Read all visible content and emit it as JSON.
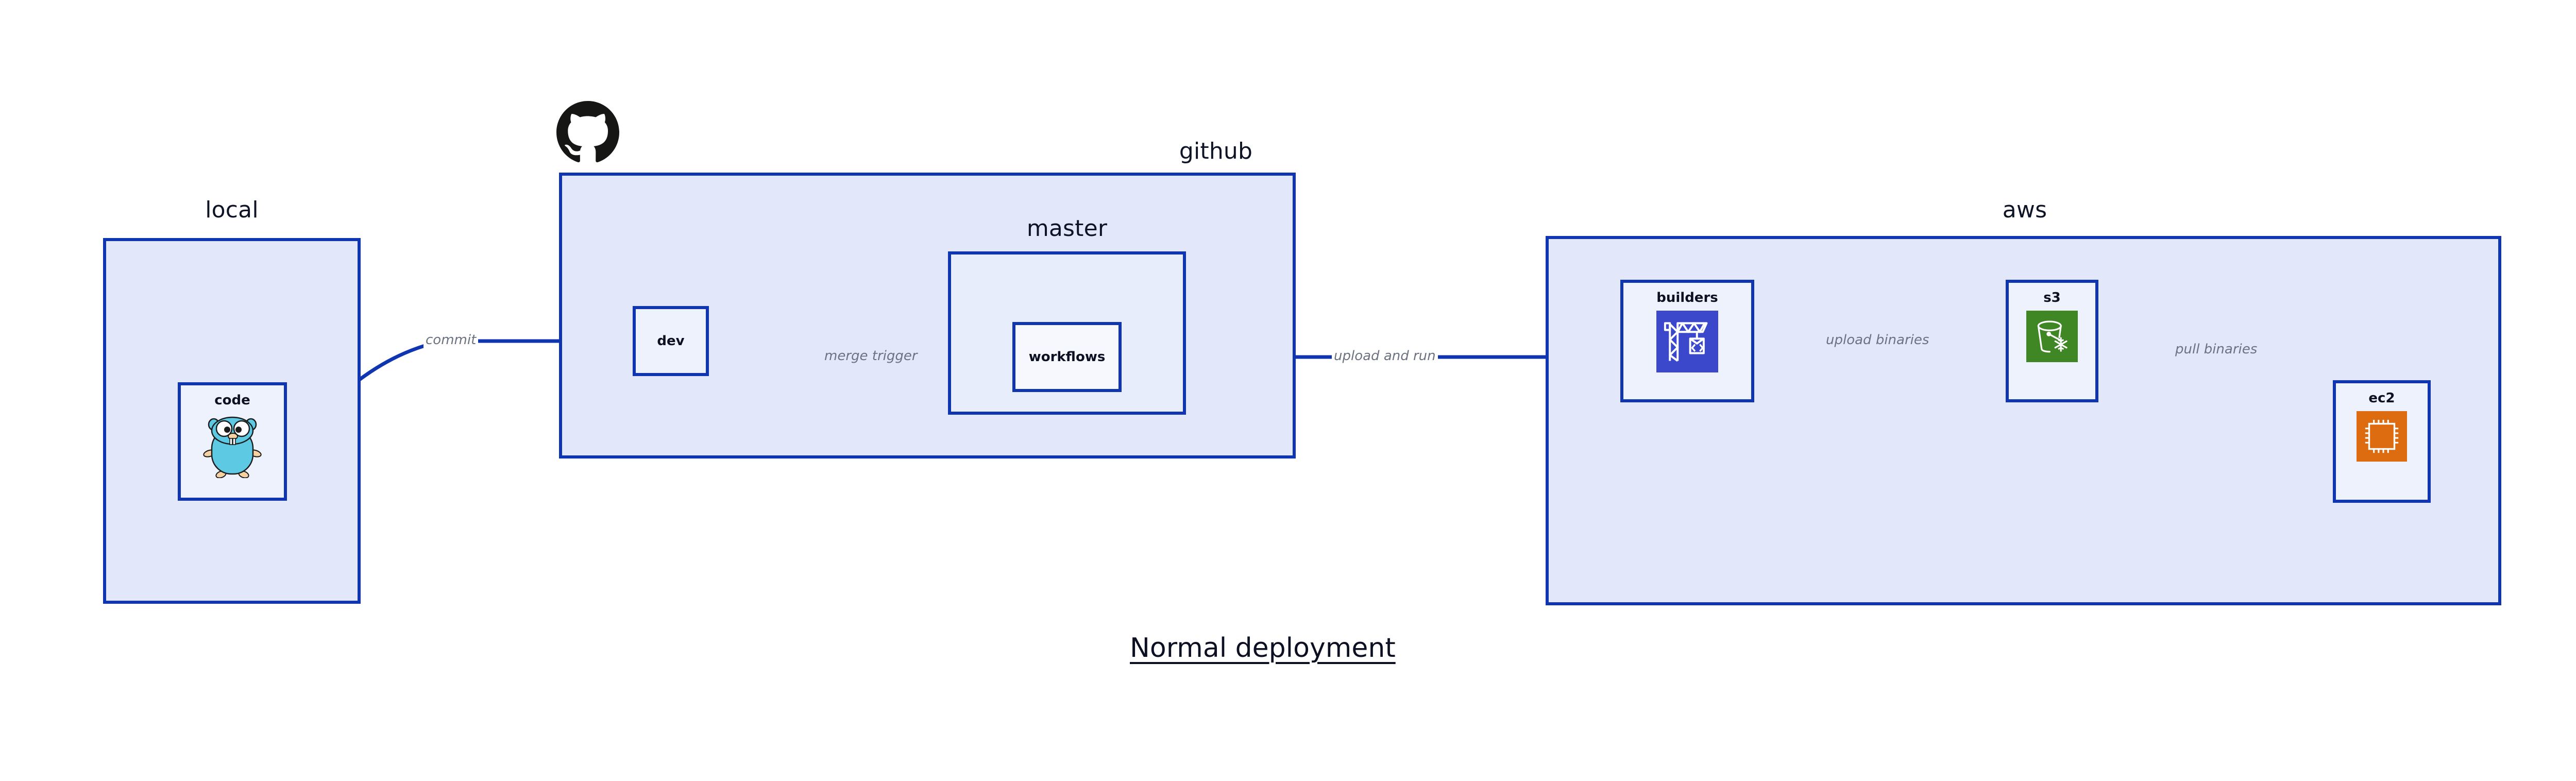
{
  "title": "Normal deployment",
  "colors": {
    "border": "#1035b0",
    "cluster_fill": "#e2e8fa",
    "inner_cluster_fill": "#e8edfb",
    "leaf_fill": "#eef2fc",
    "edge": "#1035b0",
    "edge_label": "#6b7280",
    "text": "#0c1022",
    "codebuild_blue": "#3b48cc",
    "s3_green": "#3f8624",
    "ec2_orange": "#dd6b10",
    "go_cyan": "#5dc9e2",
    "github_black": "#161614",
    "background": "#ffffff"
  },
  "clusters": [
    {
      "id": "local",
      "label": "local"
    },
    {
      "id": "github",
      "label": "github"
    },
    {
      "id": "master",
      "label": "master"
    },
    {
      "id": "aws",
      "label": "aws"
    }
  ],
  "nodes": [
    {
      "id": "code",
      "label": "code",
      "icon": "golang-gopher-icon"
    },
    {
      "id": "dev",
      "label": "dev",
      "icon": "none"
    },
    {
      "id": "workflows",
      "label": "workflows",
      "icon": "none"
    },
    {
      "id": "builders",
      "label": "builders",
      "icon": "aws-codebuild-icon"
    },
    {
      "id": "s3",
      "label": "s3",
      "icon": "aws-s3-glacier-icon"
    },
    {
      "id": "ec2",
      "label": "ec2",
      "icon": "aws-ec2-icon"
    }
  ],
  "edges": [
    {
      "id": "commit",
      "label": "commit",
      "from": "code",
      "to": "dev"
    },
    {
      "id": "merge-trigger",
      "label": "merge trigger",
      "from": "dev",
      "to": "workflows"
    },
    {
      "id": "upload-and-run",
      "label": "upload and run",
      "from": "workflows",
      "to": "builders"
    },
    {
      "id": "upload-binaries",
      "label": "upload binaries",
      "from": "builders",
      "to": "s3"
    },
    {
      "id": "pull-binaries",
      "label": "pull binaries",
      "from": "s3",
      "to": "ec2"
    }
  ],
  "logos": [
    {
      "id": "github-logo",
      "name": "github-octocat-logo"
    }
  ]
}
